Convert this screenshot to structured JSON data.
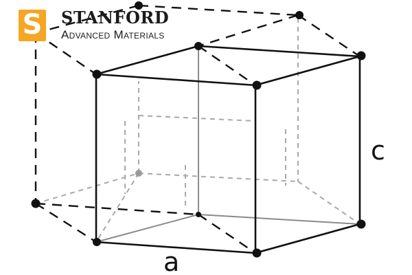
{
  "logo": {
    "letter": "S",
    "name": "STANFORD",
    "subtitle": "Advanced Materials",
    "square_color": "#f5a623"
  },
  "labels": {
    "edge_a": "a",
    "edge_c": "c"
  },
  "colors": {
    "solid_edge": "#111111",
    "dashed_edge": "#111111",
    "hidden_edge": "#9a9a9a",
    "vertex": "#111111"
  }
}
